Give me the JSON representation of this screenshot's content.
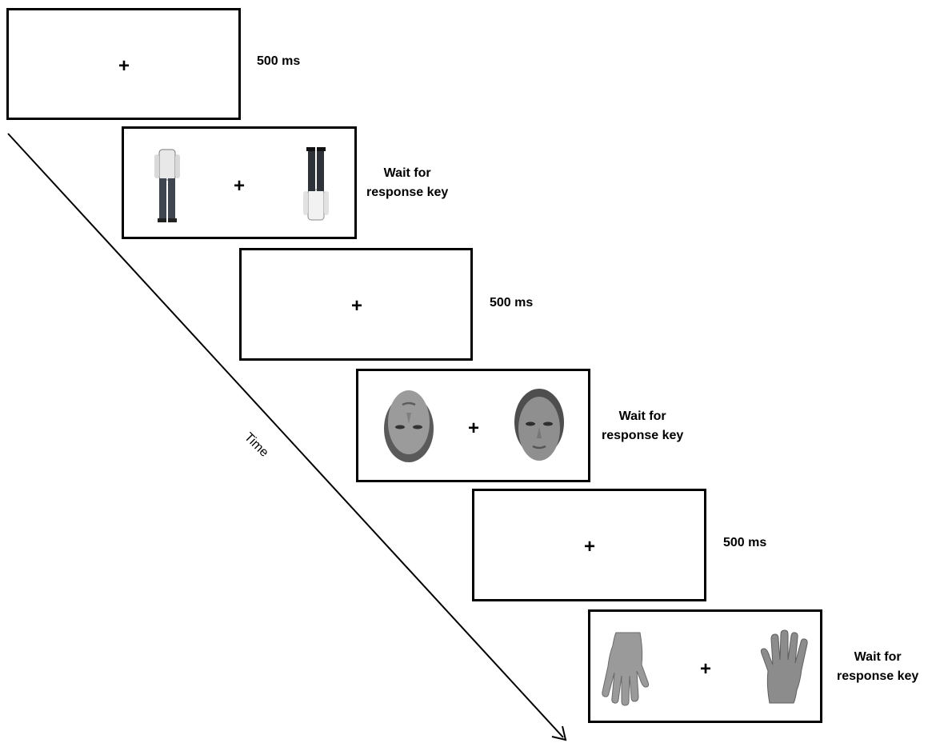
{
  "timeline": {
    "label": "Time"
  },
  "trials": [
    {
      "type": "fixation",
      "fixation": "+",
      "duration_label": "500 ms"
    },
    {
      "type": "stimulus",
      "category": "body",
      "fixation": "+",
      "response_line1": "Wait for",
      "response_line2": "response key"
    },
    {
      "type": "fixation",
      "fixation": "+",
      "duration_label": "500 ms"
    },
    {
      "type": "stimulus",
      "category": "face",
      "fixation": "+",
      "response_line1": "Wait for",
      "response_line2": "response key"
    },
    {
      "type": "fixation",
      "fixation": "+",
      "duration_label": "500 ms"
    },
    {
      "type": "stimulus",
      "category": "hand",
      "fixation": "+",
      "response_line1": "Wait for",
      "response_line2": "response key"
    }
  ]
}
